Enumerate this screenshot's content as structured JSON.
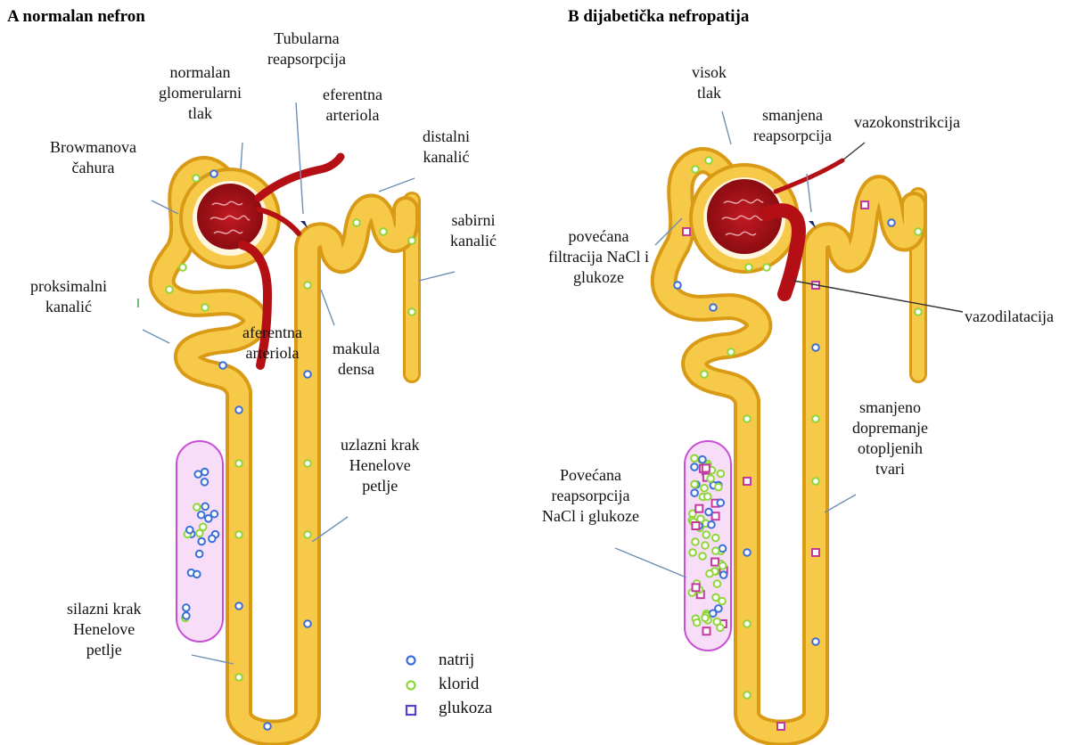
{
  "panel_a": {
    "title": "A normalan nefron",
    "labels": {
      "tubular_reabsorption": "Tubularna\nreapsorpcija",
      "normal_glomerular_pressure": "normalan\nglomerularni\ntlak",
      "efferent_arteriole": "eferentna\narteriola",
      "distal_tubule": "distalni\nkanalić",
      "bowman_capsule": "Browmanova\nčahura",
      "collecting_duct": "sabirni\nkanalić",
      "proximal_tubule": "proksimalni\nkanalić",
      "afferent_arteriole": "aferentna\narteriola",
      "macula_densa": "makula\ndensa",
      "ascending_limb": "uzlazni krak\nHenelove\npetlje",
      "descending_limb": "silazni krak\nHenelove\npetlje"
    }
  },
  "panel_b": {
    "title": "B dijabetička nefropatija",
    "labels": {
      "high_pressure": "visok\ntlak",
      "reduced_reabsorption": "smanjena\nreapsorpcija",
      "vasoconstriction": "vazokonstrikcija",
      "increased_filtration": "povećana\nfiltracija NaCl i\nglukoze",
      "vasodilation": "vazodilatacija",
      "reduced_solute_delivery": "smanjeno\ndopremanje\notopljenih\ntvari",
      "increased_reabsorption": "Povećana\nreapsorpcija\nNaCl i glukoze"
    }
  },
  "legend": {
    "items": [
      {
        "label": "natrij",
        "marker": "circle",
        "color": "#3a6fd8"
      },
      {
        "label": "klorid",
        "marker": "circle",
        "color": "#8fd63a"
      },
      {
        "label": "glukoza",
        "marker": "square",
        "color": "#5a3fc8"
      }
    ]
  },
  "colors": {
    "tubule_fill": "#f7c948",
    "tubule_stroke": "#d99a16",
    "vessel": "#b30f14",
    "glomerulus": "#a0121b",
    "loop_region_stroke": "#c94fd6",
    "loop_region_fill": "#f7ddf7",
    "sodium": "#3a6fd8",
    "chloride": "#8fd63a",
    "glucose": "#c23a9e",
    "squiggle": "#d23a3a"
  }
}
